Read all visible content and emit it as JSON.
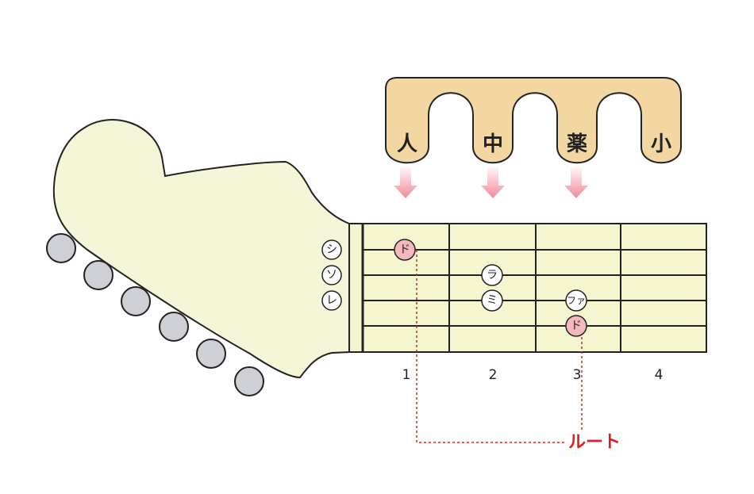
{
  "fingers": {
    "index": "人",
    "middle": "中",
    "ring": "薬",
    "pinky": "小"
  },
  "open_strings": [
    "シ",
    "ソ",
    "レ"
  ],
  "fret_numbers": [
    "1",
    "2",
    "3",
    "4"
  ],
  "notes": {
    "fret1_root": "ド",
    "fret2_a": "ラ",
    "fret2_b": "ミ",
    "fret3_a": "ファ",
    "fret3_root": "ド"
  },
  "root_label": "ルート",
  "colors": {
    "headstock": "#f5f5d8",
    "fretboard": "#f5f5d0",
    "hand": "#f3d7a3",
    "tuner": "#cfcfd6",
    "root_note": "#f5b8bc",
    "root_line": "#e02020",
    "arrow": "#f08a9a"
  }
}
